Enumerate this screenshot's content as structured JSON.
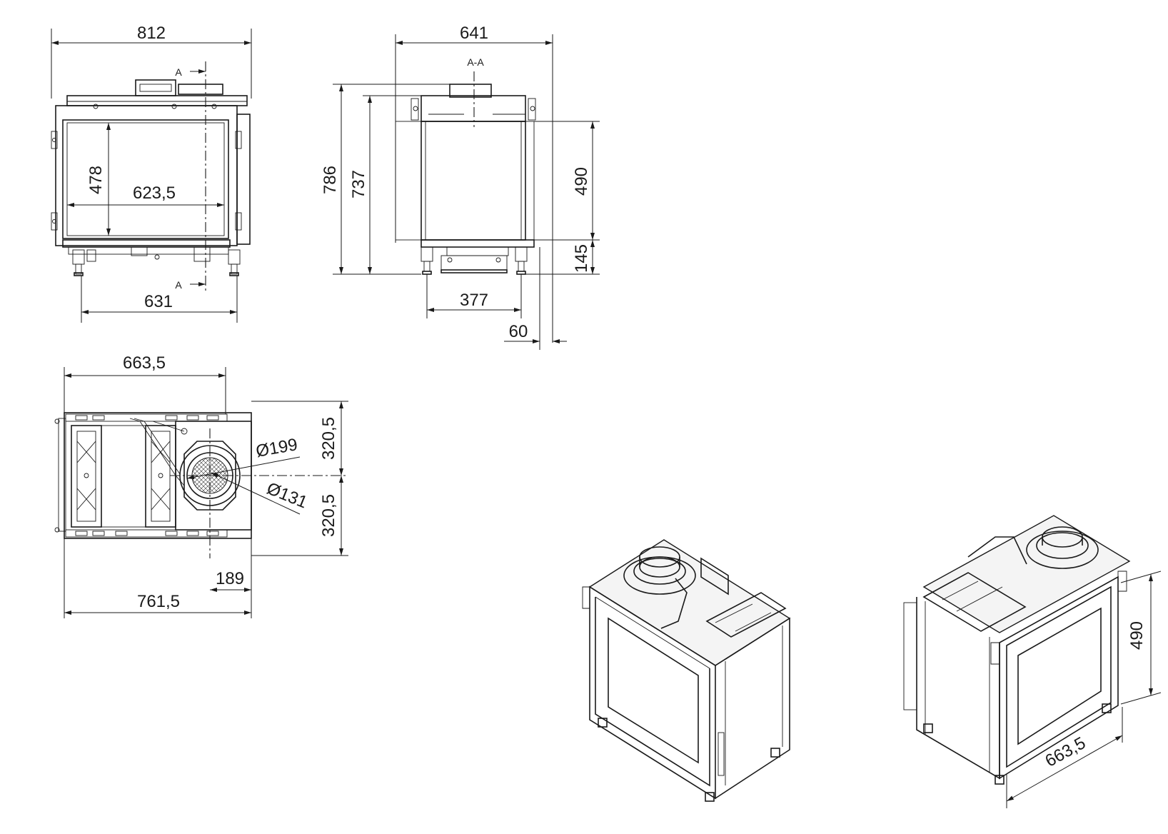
{
  "front_view": {
    "width_total": "812",
    "opening_height": "478",
    "opening_width": "623,5",
    "feet_span": "631",
    "section_mark_top": "A",
    "section_mark_bottom": "A"
  },
  "section_view": {
    "title": "A-A",
    "depth_total": "641",
    "height_total": "786",
    "height_body": "737",
    "opening_height": "490",
    "base_height": "145",
    "feet_span": "377",
    "offset": "60"
  },
  "top_view": {
    "outlet_offset_x": "663,5",
    "half_depth_top": "320,5",
    "half_depth_bottom": "320,5",
    "outer_diameter": "Ø199",
    "inner_diameter": "Ø131",
    "outlet_from_side": "189",
    "width_total": "761,5"
  },
  "iso_view_right": {
    "opening_height": "490",
    "width": "663,5"
  }
}
